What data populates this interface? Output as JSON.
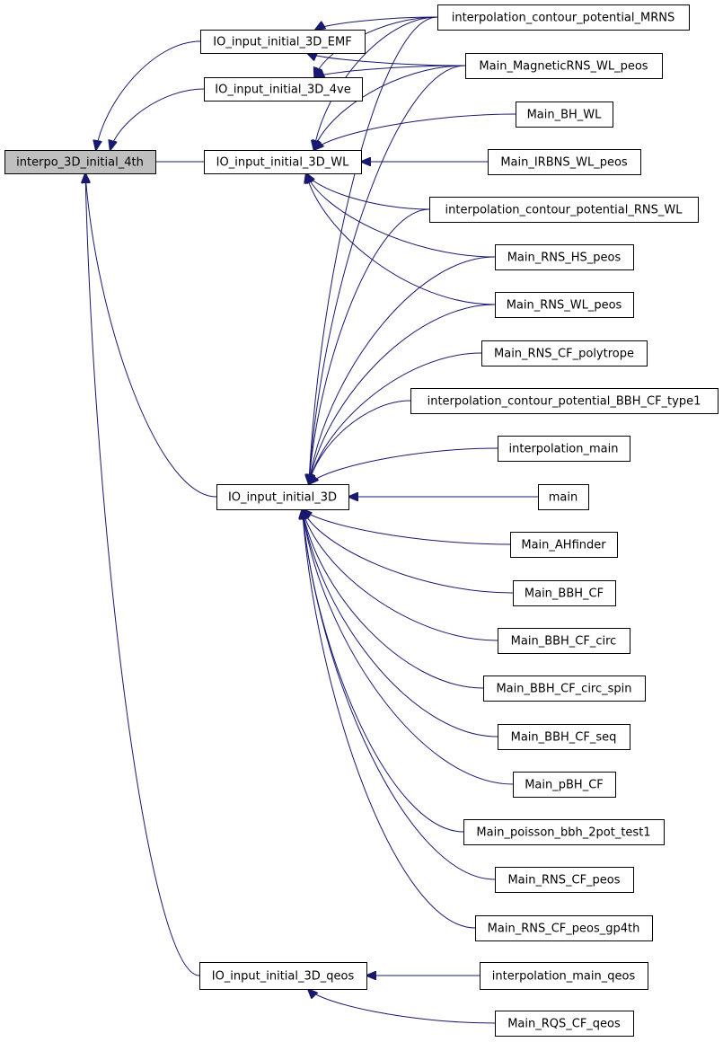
{
  "graph": {
    "root": "interpo_3D_initial_4th",
    "nodes": [
      {
        "id": "interpo_3D_initial_4th",
        "label": "interpo_3D_initial_4th",
        "root": true
      },
      {
        "id": "IO_input_initial_3D_EMF",
        "label": "IO_input_initial_3D_EMF"
      },
      {
        "id": "IO_input_initial_3D_4ve",
        "label": "IO_input_initial_3D_4ve"
      },
      {
        "id": "IO_input_initial_3D_WL",
        "label": "IO_input_initial_3D_WL"
      },
      {
        "id": "IO_input_initial_3D",
        "label": "IO_input_initial_3D"
      },
      {
        "id": "IO_input_initial_3D_qeos",
        "label": "IO_input_initial_3D_qeos"
      },
      {
        "id": "interpolation_contour_potential_MRNS",
        "label": "interpolation_contour_potential_MRNS"
      },
      {
        "id": "Main_MagneticRNS_WL_peos",
        "label": "Main_MagneticRNS_WL_peos"
      },
      {
        "id": "Main_BH_WL",
        "label": "Main_BH_WL"
      },
      {
        "id": "Main_IRBNS_WL_peos",
        "label": "Main_IRBNS_WL_peos"
      },
      {
        "id": "interpolation_contour_potential_RNS_WL",
        "label": "interpolation_contour_potential_RNS_WL"
      },
      {
        "id": "Main_RNS_HS_peos",
        "label": "Main_RNS_HS_peos"
      },
      {
        "id": "Main_RNS_WL_peos",
        "label": "Main_RNS_WL_peos"
      },
      {
        "id": "Main_RNS_CF_polytrope",
        "label": "Main_RNS_CF_polytrope"
      },
      {
        "id": "interpolation_contour_potential_BBH_CF_type1",
        "label": "interpolation_contour_potential_BBH_CF_type1"
      },
      {
        "id": "interpolation_main",
        "label": "interpolation_main"
      },
      {
        "id": "main",
        "label": "main"
      },
      {
        "id": "Main_AHfinder",
        "label": "Main_AHfinder"
      },
      {
        "id": "Main_BBH_CF",
        "label": "Main_BBH_CF"
      },
      {
        "id": "Main_BBH_CF_circ",
        "label": "Main_BBH_CF_circ"
      },
      {
        "id": "Main_BBH_CF_circ_spin",
        "label": "Main_BBH_CF_circ_spin"
      },
      {
        "id": "Main_BBH_CF_seq",
        "label": "Main_BBH_CF_seq"
      },
      {
        "id": "Main_pBH_CF",
        "label": "Main_pBH_CF"
      },
      {
        "id": "Main_poisson_bbh_2pot_test1",
        "label": "Main_poisson_bbh_2pot_test1"
      },
      {
        "id": "Main_RNS_CF_peos",
        "label": "Main_RNS_CF_peos"
      },
      {
        "id": "Main_RNS_CF_peos_gp4th",
        "label": "Main_RNS_CF_peos_gp4th"
      },
      {
        "id": "interpolation_main_qeos",
        "label": "interpolation_main_qeos"
      },
      {
        "id": "Main_RQS_CF_qeos",
        "label": "Main_RQS_CF_qeos"
      }
    ],
    "edges": [
      {
        "from": "IO_input_initial_3D_EMF",
        "to": "interpo_3D_initial_4th"
      },
      {
        "from": "IO_input_initial_3D_4ve",
        "to": "interpo_3D_initial_4th"
      },
      {
        "from": "IO_input_initial_3D_WL",
        "to": "interpo_3D_initial_4th"
      },
      {
        "from": "IO_input_initial_3D",
        "to": "interpo_3D_initial_4th"
      },
      {
        "from": "IO_input_initial_3D_qeos",
        "to": "interpo_3D_initial_4th"
      },
      {
        "from": "interpolation_contour_potential_MRNS",
        "to": "IO_input_initial_3D_EMF"
      },
      {
        "from": "Main_MagneticRNS_WL_peos",
        "to": "IO_input_initial_3D_EMF"
      },
      {
        "from": "interpolation_contour_potential_MRNS",
        "to": "IO_input_initial_3D_4ve"
      },
      {
        "from": "Main_MagneticRNS_WL_peos",
        "to": "IO_input_initial_3D_4ve"
      },
      {
        "from": "interpolation_contour_potential_MRNS",
        "to": "IO_input_initial_3D_WL"
      },
      {
        "from": "Main_MagneticRNS_WL_peos",
        "to": "IO_input_initial_3D_WL"
      },
      {
        "from": "Main_BH_WL",
        "to": "IO_input_initial_3D_WL"
      },
      {
        "from": "Main_IRBNS_WL_peos",
        "to": "IO_input_initial_3D_WL"
      },
      {
        "from": "interpolation_contour_potential_RNS_WL",
        "to": "IO_input_initial_3D_WL"
      },
      {
        "from": "Main_RNS_HS_peos",
        "to": "IO_input_initial_3D_WL"
      },
      {
        "from": "Main_RNS_WL_peos",
        "to": "IO_input_initial_3D_WL"
      },
      {
        "from": "interpolation_contour_potential_MRNS",
        "to": "IO_input_initial_3D"
      },
      {
        "from": "Main_MagneticRNS_WL_peos",
        "to": "IO_input_initial_3D"
      },
      {
        "from": "interpolation_contour_potential_RNS_WL",
        "to": "IO_input_initial_3D"
      },
      {
        "from": "Main_RNS_HS_peos",
        "to": "IO_input_initial_3D"
      },
      {
        "from": "Main_RNS_WL_peos",
        "to": "IO_input_initial_3D"
      },
      {
        "from": "Main_RNS_CF_polytrope",
        "to": "IO_input_initial_3D"
      },
      {
        "from": "interpolation_contour_potential_BBH_CF_type1",
        "to": "IO_input_initial_3D"
      },
      {
        "from": "interpolation_main",
        "to": "IO_input_initial_3D"
      },
      {
        "from": "main",
        "to": "IO_input_initial_3D"
      },
      {
        "from": "Main_AHfinder",
        "to": "IO_input_initial_3D"
      },
      {
        "from": "Main_BBH_CF",
        "to": "IO_input_initial_3D"
      },
      {
        "from": "Main_BBH_CF_circ",
        "to": "IO_input_initial_3D"
      },
      {
        "from": "Main_BBH_CF_circ_spin",
        "to": "IO_input_initial_3D"
      },
      {
        "from": "Main_BBH_CF_seq",
        "to": "IO_input_initial_3D"
      },
      {
        "from": "Main_pBH_CF",
        "to": "IO_input_initial_3D"
      },
      {
        "from": "Main_poisson_bbh_2pot_test1",
        "to": "IO_input_initial_3D"
      },
      {
        "from": "Main_RNS_CF_peos",
        "to": "IO_input_initial_3D"
      },
      {
        "from": "Main_RNS_CF_peos_gp4th",
        "to": "IO_input_initial_3D"
      },
      {
        "from": "interpolation_main_qeos",
        "to": "IO_input_initial_3D_qeos"
      },
      {
        "from": "Main_RQS_CF_qeos",
        "to": "IO_input_initial_3D_qeos"
      }
    ]
  }
}
